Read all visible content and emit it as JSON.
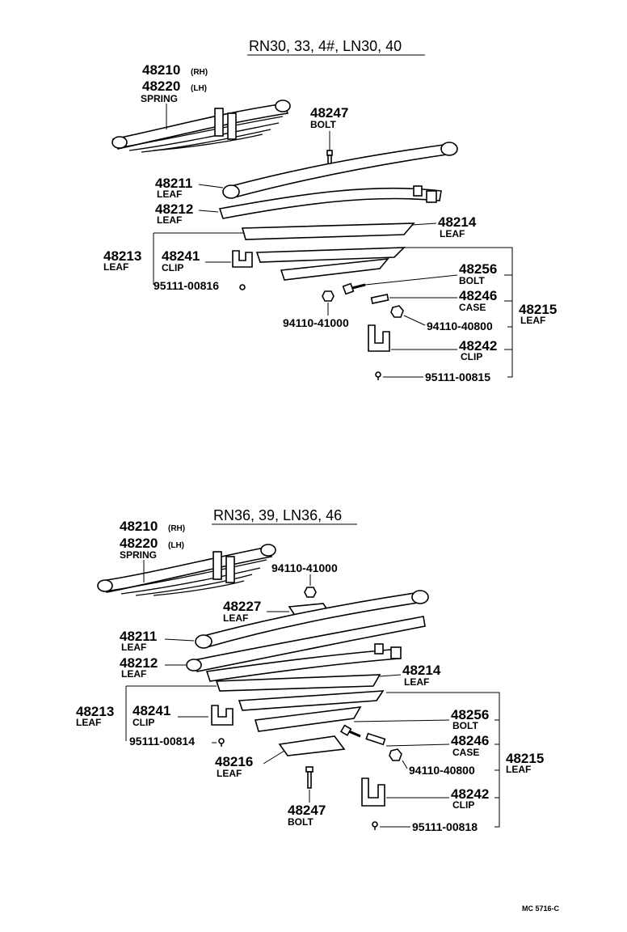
{
  "diagram": {
    "top": {
      "title": "RN30, 33, 4#, LN30, 40",
      "spring_rh": "48210",
      "rh_tag": "(RH)",
      "spring_lh": "48220",
      "lh_tag": "(LH)",
      "spring_label": "SPRING",
      "bolt_top_num": "48247",
      "bolt_top_label": "BOLT",
      "leaf1_num": "48211",
      "leaf1_label": "LEAF",
      "leaf2_num": "48212",
      "leaf2_label": "LEAF",
      "leaf_lower_num": "48214",
      "leaf_lower_label": "LEAF",
      "leaf_group_num": "48213",
      "leaf_group_label": "LEAF",
      "clip_num": "48241",
      "clip_label": "CLIP",
      "rivet_left": "95111-00816",
      "bolt_num": "48256",
      "bolt_label": "BOLT",
      "case_num": "48246",
      "case_label": "CASE",
      "nut_center": "94110-41000",
      "nut_right": "94110-40800",
      "assy_num": "48215",
      "assy_label": "LEAF",
      "clip2_num": "48242",
      "clip2_label": "CLIP",
      "rivet_right": "95111-00815"
    },
    "bottom": {
      "title": "RN36, 39, LN36, 46",
      "spring_rh": "48210",
      "rh_tag": "(RH)",
      "spring_lh": "48220",
      "lh_tag": "(LH)",
      "spring_label": "SPRING",
      "nut_top": "94110-41000",
      "pad_num": "48227",
      "pad_label": "LEAF",
      "leaf1_num": "48211",
      "leaf1_label": "LEAF",
      "leaf2_num": "48212",
      "leaf2_label": "LEAF",
      "leaf_lower_num": "48214",
      "leaf_lower_label": "LEAF",
      "leaf_group_num": "48213",
      "leaf_group_label": "LEAF",
      "clip_num": "48241",
      "clip_label": "CLIP",
      "bolt_num": "48256",
      "bolt_label": "BOLT",
      "case_num": "48246",
      "case_label": "CASE",
      "rivet_left": "95111-00814",
      "leaf_bottom_num": "48216",
      "leaf_bottom_label": "LEAF",
      "nut_right": "94110-40800",
      "assy_num": "48215",
      "assy_label": "LEAF",
      "clip2_num": "48242",
      "clip2_label": "CLIP",
      "bolt_bottom_num": "48247",
      "bolt_bottom_label": "BOLT",
      "rivet_right": "95111-00818"
    },
    "footer_code": "MC 5716-C"
  }
}
